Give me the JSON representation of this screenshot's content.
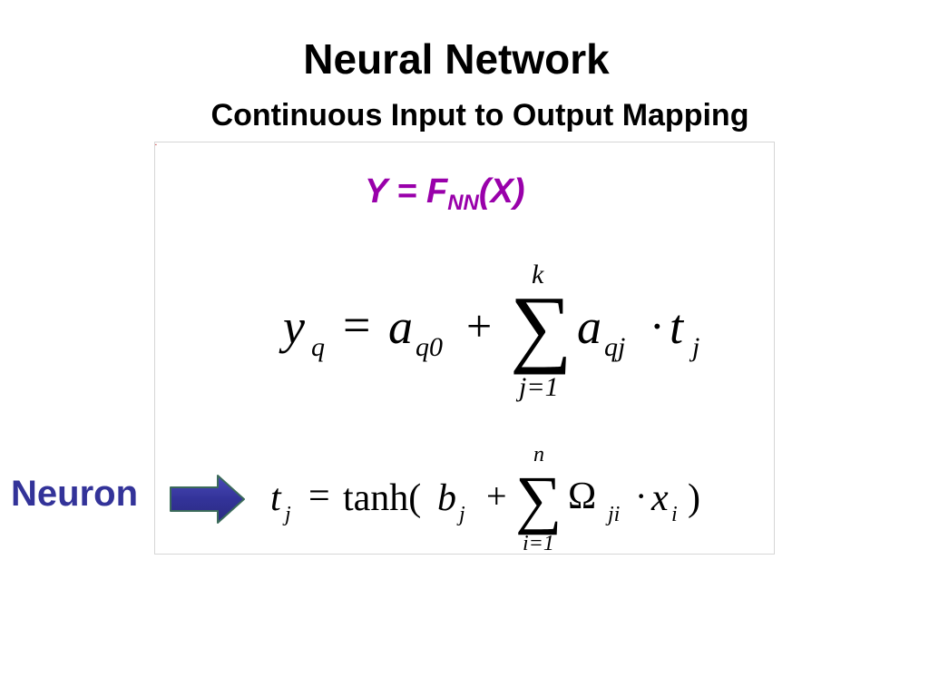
{
  "slide": {
    "title": "Neural Network",
    "subtitle": "Continuous Input to Output Mapping"
  },
  "model": {
    "lhs": "Y = F",
    "sub": "NN",
    "rhs": "(X)",
    "color": "#9900aa"
  },
  "equation_output": {
    "y": "y",
    "y_sub": "q",
    "equals": "=",
    "a0": "a",
    "a0_sub": "q0",
    "plus": "+",
    "sigma": "∑",
    "upper": "k",
    "lower": "j=1",
    "a": "a",
    "a_sub": "qj",
    "dot": "·",
    "t": "t",
    "t_sub": "j"
  },
  "equation_neuron": {
    "t": "t",
    "t_sub": "j",
    "equals": "=",
    "func": "tanh(",
    "b": "b",
    "b_sub": "j",
    "plus": "+",
    "sigma": "∑",
    "upper": "n",
    "lower": "i=1",
    "omega": "Ω",
    "omega_sub": "ji",
    "dot": "·",
    "x": "x",
    "x_sub": "i",
    "close": ")"
  },
  "neuron": {
    "label": "Neuron",
    "label_color": "#333399",
    "arrow_color": "#333399",
    "arrow_icon": "right-arrow-icon"
  }
}
